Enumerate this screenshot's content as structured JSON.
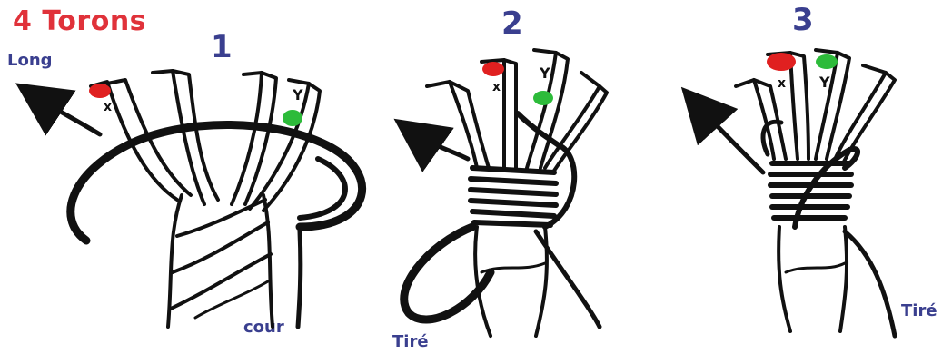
{
  "title": "4 Torons",
  "steps": [
    {
      "number": "1",
      "label": "Long",
      "label2": "cour"
    },
    {
      "number": "2",
      "label": "Tiré"
    },
    {
      "number": "3",
      "label": "Tiré"
    }
  ],
  "strand_marks": {
    "x": "x",
    "y": "Y"
  },
  "colors": {
    "title": "#e0323a",
    "labels": "#3a3f8f",
    "mark_x": "#e02020",
    "mark_y": "#2dbb3a",
    "ink": "#111111"
  }
}
